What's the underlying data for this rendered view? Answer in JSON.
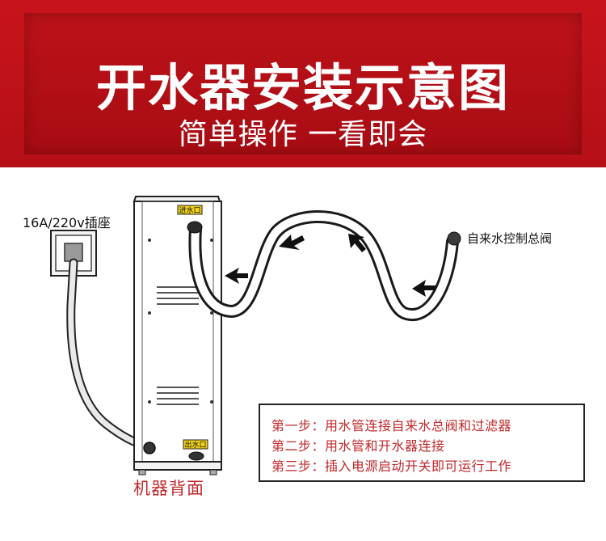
{
  "header": {
    "title": "开水器安装示意图",
    "subtitle": "简单操作 一看即会"
  },
  "diagram": {
    "socket_label": "16A/220v插座",
    "valve_label": "自来水控制总阀",
    "inlet_label": "进水口",
    "outlet_label": "出水口",
    "machine_caption": "机器背面"
  },
  "steps": [
    "第一步：用水管连接自来水总阀和过滤器",
    "第二步：用水管和开水器连接",
    "第三步：插入电源启动开关即可运行工作"
  ],
  "colors": {
    "banner_red": "#b50f17",
    "step_text_red": "#c0282b",
    "port_label_yellow": "#f2d21b"
  }
}
